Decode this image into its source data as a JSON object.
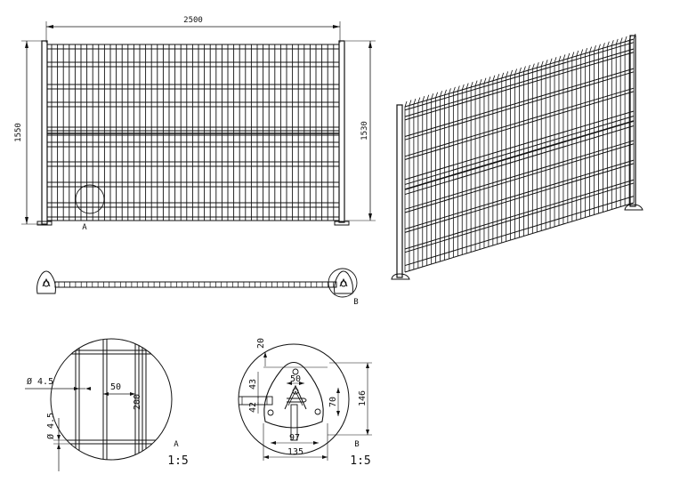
{
  "front_view": {
    "width_label": "2500",
    "height_left_label": "1550",
    "height_right_label": "1530",
    "detail_a_marker": "A"
  },
  "top_view": {
    "detail_b_marker": "B"
  },
  "detail_a": {
    "dia_top": "Ø 4.5",
    "spacing_50": "50",
    "spacing_200": "200",
    "dia_vertical": "Ø 4.5",
    "letter": "A",
    "scale": "1:5"
  },
  "detail_b": {
    "dim_20": "20",
    "dim_50": "50",
    "dim_43": "43",
    "dim_42": "42",
    "dim_70": "70",
    "dim_146": "146",
    "dim_97": "97",
    "dim_135": "135",
    "letter": "B",
    "scale": "1:5"
  },
  "colors": {
    "line": "#111111",
    "background": "#ffffff"
  }
}
